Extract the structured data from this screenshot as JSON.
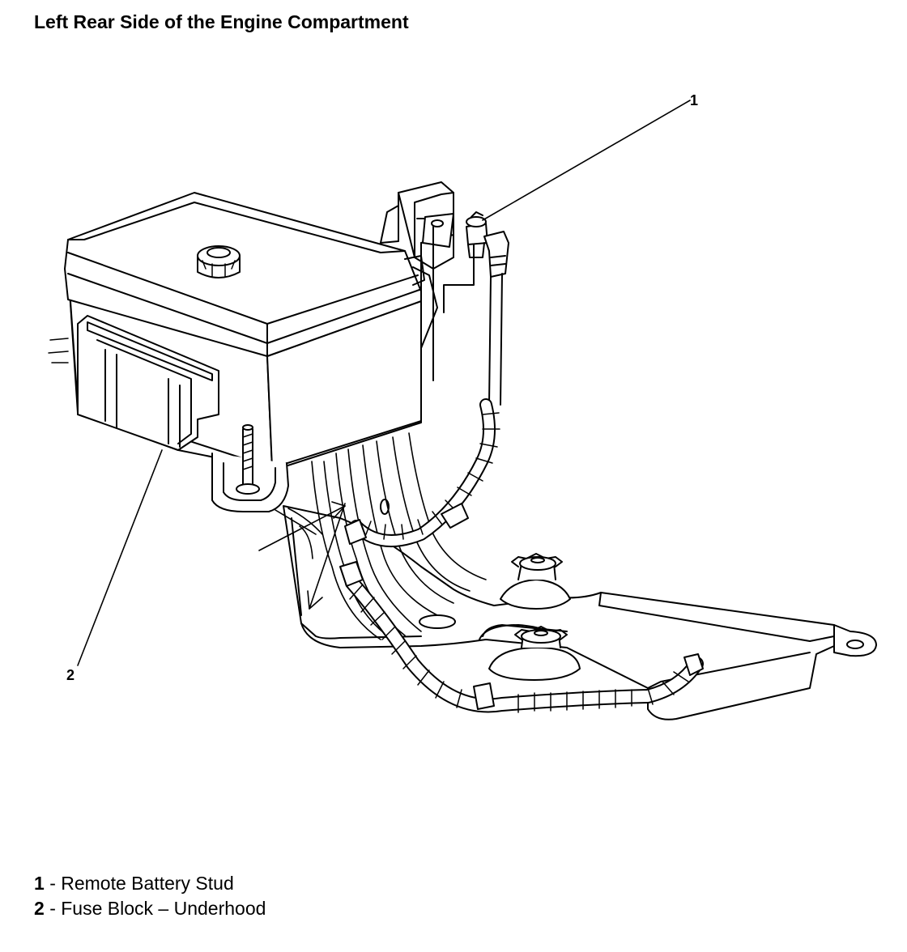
{
  "title": "Left Rear Side of the Engine Compartment",
  "callouts": [
    {
      "number": "1",
      "label": "Remote Battery Stud"
    },
    {
      "number": "2",
      "label": "Fuse Block – Underhood"
    }
  ],
  "colors": {
    "line": "#000000",
    "background": "#ffffff"
  }
}
